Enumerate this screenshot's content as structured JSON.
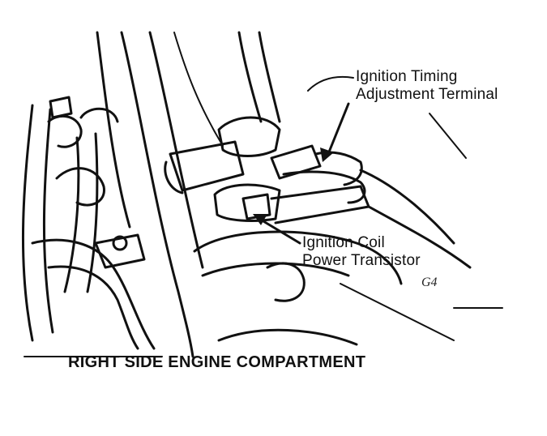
{
  "callouts": {
    "ignition_timing": {
      "line1": "Ignition Timing",
      "line2": "Adjustment Terminal"
    },
    "ignition_coil": {
      "line1": "Ignition Coil",
      "line2": "Power Transistor"
    }
  },
  "caption": "RIGHT SIDE ENGINE COMPARTMENT",
  "figure_number": "G4",
  "colors": {
    "ink": "#111111",
    "paper": "#ffffff"
  }
}
